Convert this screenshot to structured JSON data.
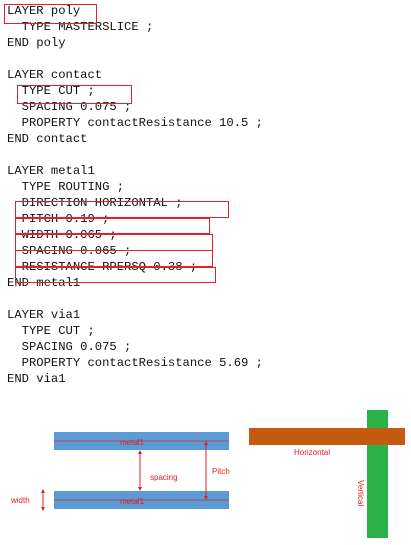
{
  "code_lines": [
    "LAYER poly",
    "  TYPE MASTERSLICE ;",
    "END poly",
    "",
    "LAYER contact",
    "  TYPE CUT ;",
    "  SPACING 0.075 ;",
    "  PROPERTY contactResistance 10.5 ;",
    "END contact",
    "",
    "LAYER metal1",
    "  TYPE ROUTING ;",
    "  DIRECTION HORIZONTAL ;",
    "  PITCH 0.19 ;",
    "  WIDTH 0.065 ;",
    "  SPACING 0.065 ;",
    "  RESISTANCE RPERSQ 0.38 ;",
    "END metal1",
    "",
    "LAYER via1",
    "  TYPE CUT ;",
    "  SPACING 0.075 ;",
    "  PROPERTY contactResistance 5.69 ;",
    "END via1"
  ],
  "diagram": {
    "metal_top_label": "metal1",
    "metal_bottom_label": "metal1",
    "spacing_label": "spacing",
    "pitch_label": "Pitch",
    "width_label": "width",
    "horizontal_label": "Horizontal",
    "vertical_label": "Vertical"
  },
  "colors": {
    "highlight": "#e0232b",
    "metal_blue": "#5b9bd5",
    "horizontal_orange": "#c55a11",
    "vertical_green": "#2bb34a",
    "label_red": "#e02020"
  }
}
